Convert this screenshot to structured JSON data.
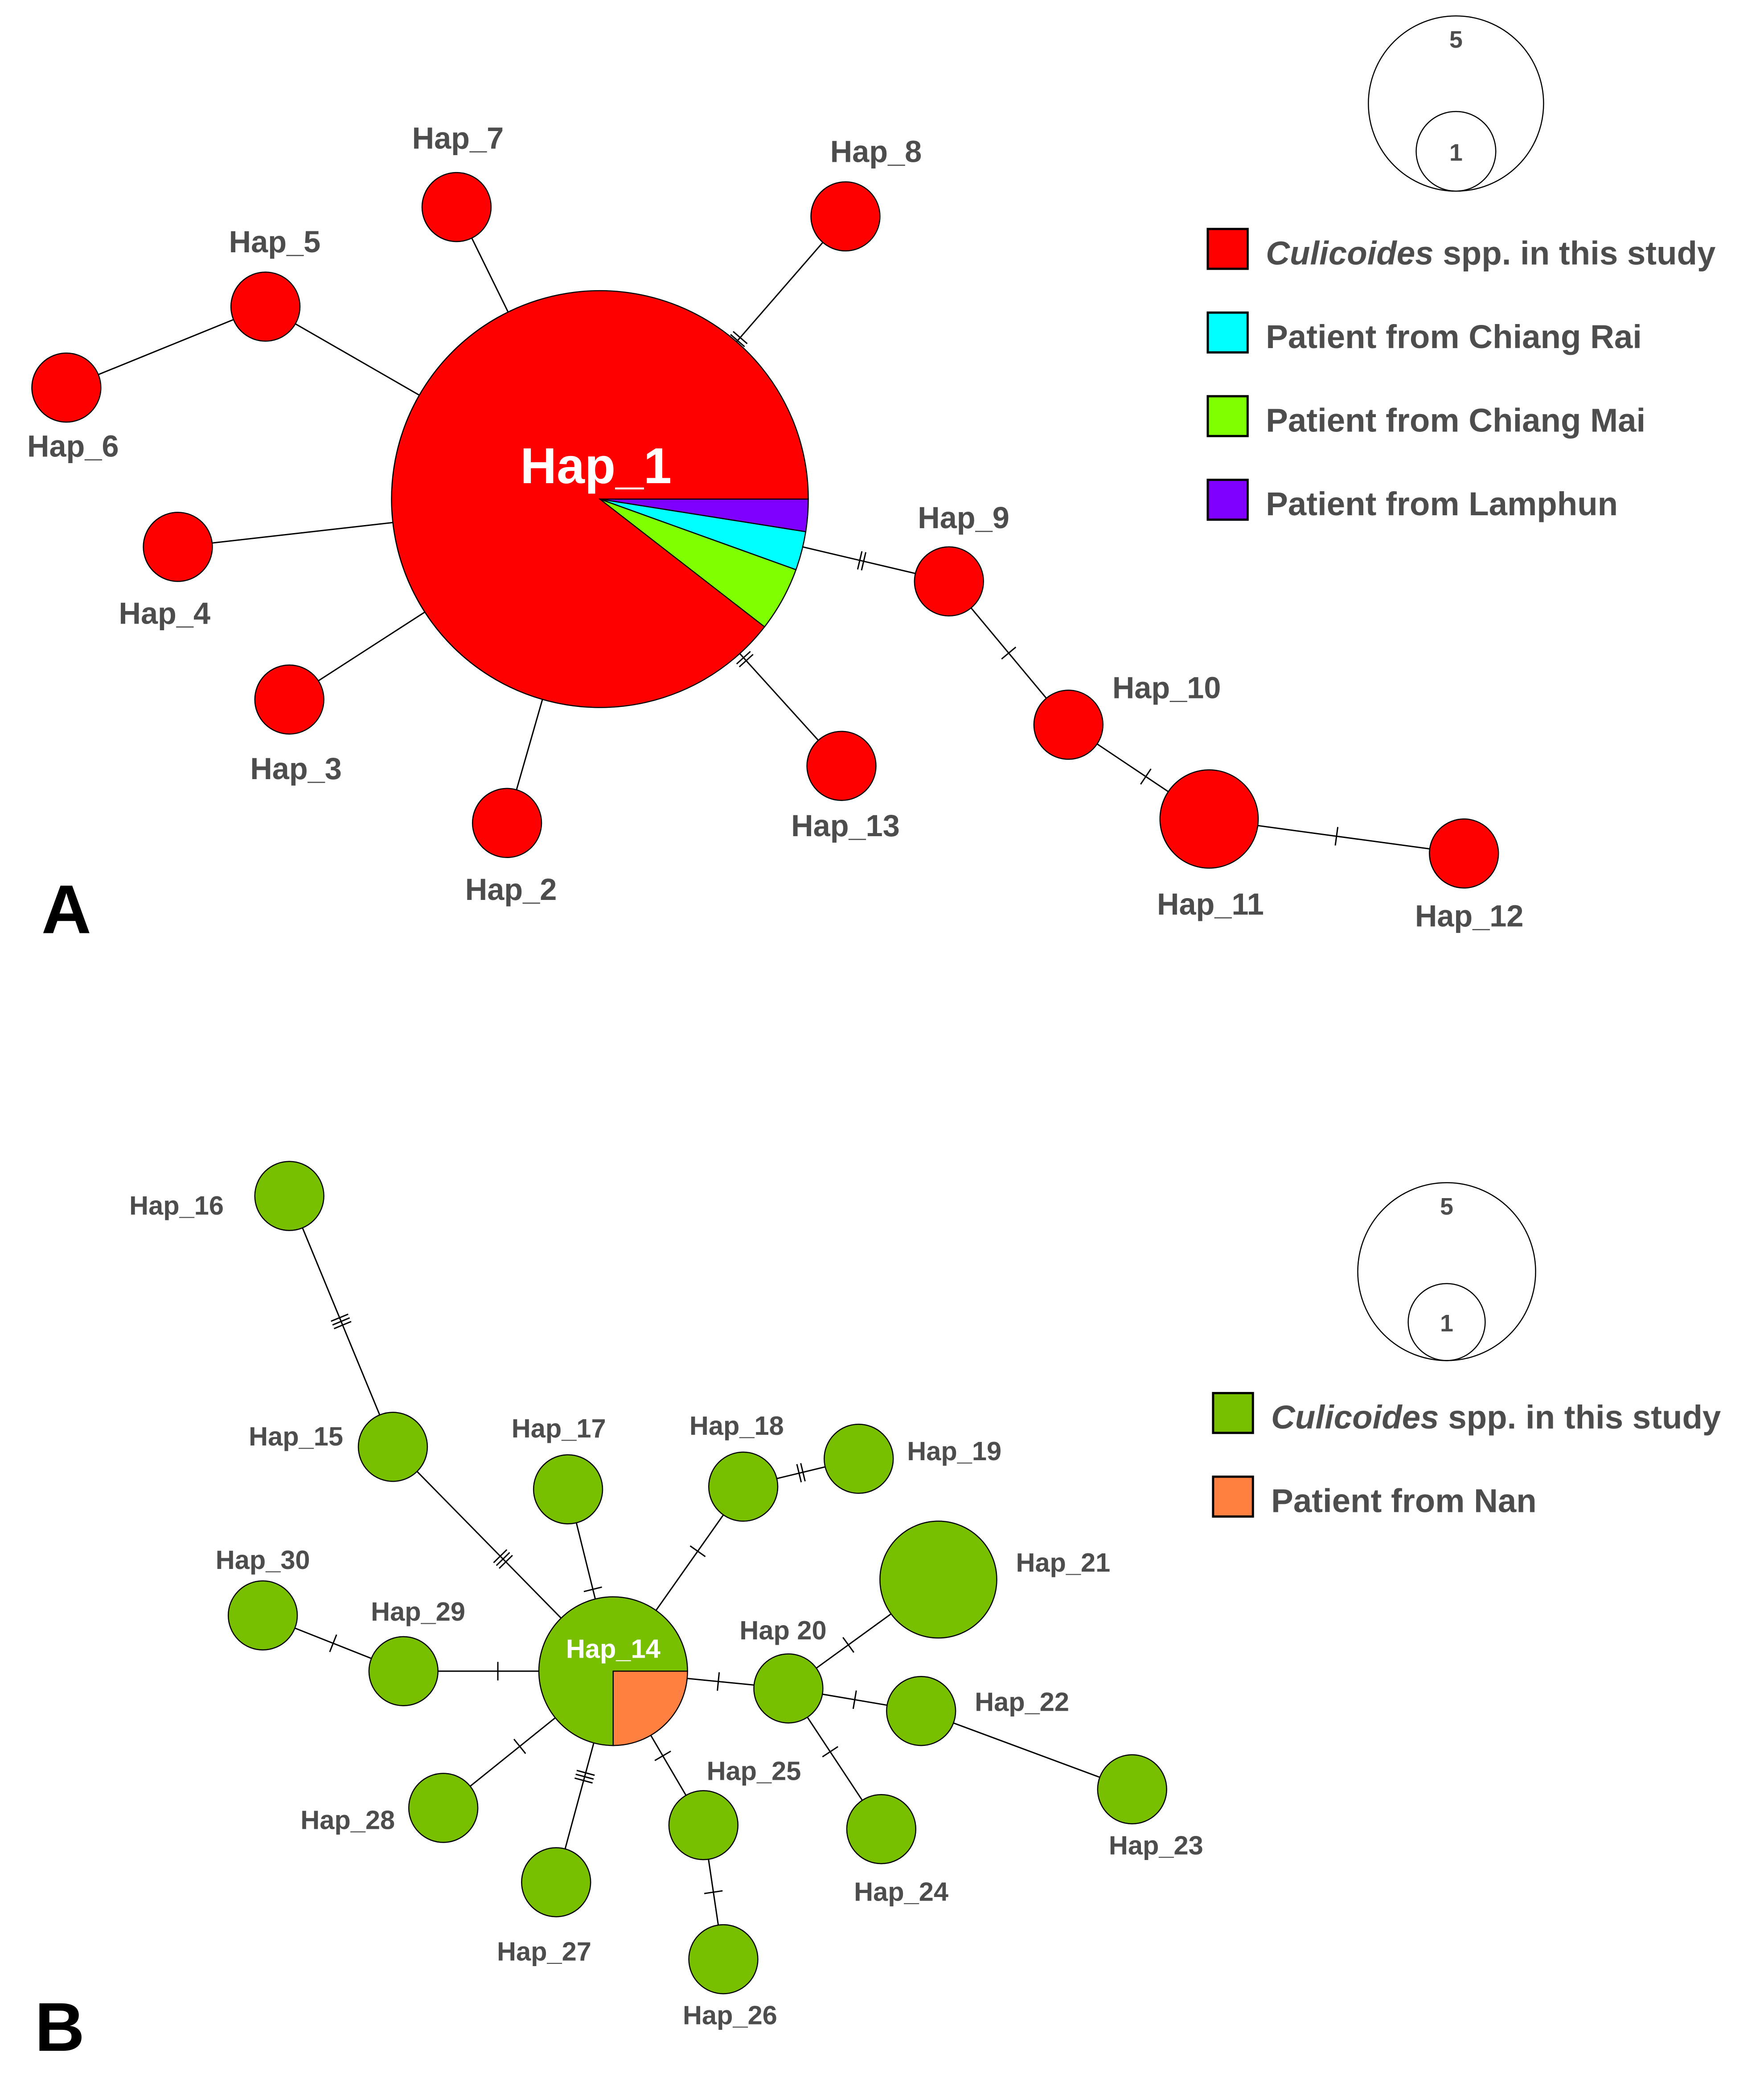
{
  "colors": {
    "culicoides_a": "#ff0000",
    "chiang_rai": "#00ffff",
    "chiang_mai": "#80ff00",
    "lamphun": "#8000ff",
    "culicoides_b": "#78bf00",
    "nan": "#ff8040"
  },
  "panel_a": {
    "letter": "A",
    "scale": {
      "large": "5",
      "small": "1"
    },
    "legend": [
      {
        "italic": "Culicoides",
        "text": " spp. in this study",
        "color": "#ff0000"
      },
      {
        "italic": "",
        "text": "Patient from Chiang Rai",
        "color": "#00ffff"
      },
      {
        "italic": "",
        "text": "Patient from Chiang Mai",
        "color": "#80ff00"
      },
      {
        "italic": "",
        "text": "Patient from Lamphun",
        "color": "#8000ff"
      }
    ],
    "hub_label": "Hap_1",
    "haplotypes": [
      "Hap_2",
      "Hap_3",
      "Hap_4",
      "Hap_5",
      "Hap_6",
      "Hap_7",
      "Hap_8",
      "Hap_9",
      "Hap_10",
      "Hap_11",
      "Hap_12",
      "Hap_13"
    ],
    "hub_composition": [
      {
        "group": "Culicoides spp. in this study",
        "fraction": 0.895
      },
      {
        "group": "Patient from Chiang Mai",
        "fraction": 0.05
      },
      {
        "group": "Patient from Chiang Rai",
        "fraction": 0.03
      },
      {
        "group": "Patient from Lamphun",
        "fraction": 0.025
      }
    ]
  },
  "panel_b": {
    "letter": "B",
    "scale": {
      "large": "5",
      "small": "1"
    },
    "legend": [
      {
        "italic": "Culicoides",
        "text": " spp. in this study",
        "color": "#78bf00"
      },
      {
        "italic": "",
        "text": "Patient from Nan",
        "color": "#ff8040"
      }
    ],
    "hub_label": "Hap_14",
    "haplotypes": [
      "Hap_15",
      "Hap_16",
      "Hap_17",
      "Hap_18",
      "Hap_19",
      "Hap 20",
      "Hap_21",
      "Hap_22",
      "Hap_23",
      "Hap_24",
      "Hap_25",
      "Hap_26",
      "Hap_27",
      "Hap_28",
      "Hap_29",
      "Hap_30"
    ],
    "hub_composition": [
      {
        "group": "Culicoides spp. in this study",
        "fraction": 0.75
      },
      {
        "group": "Patient from Nan",
        "fraction": 0.25
      }
    ]
  }
}
